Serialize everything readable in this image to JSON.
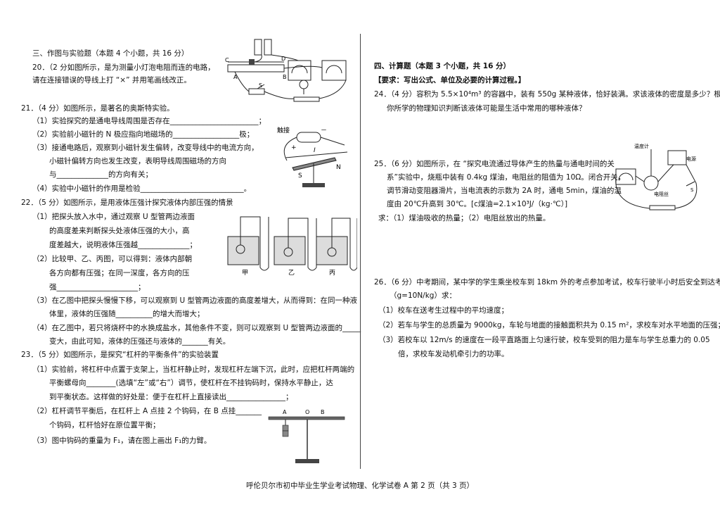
{
  "left": {
    "section3_title": "三、作图与实验题（本题 4 个小题，共 16 分）",
    "q20": [
      "20．（2 分如图所示，是为测量小灯泡电阻而连的电路，",
      "请在连接错误的导线上打 “×” 并用笔画线改正。"
    ],
    "q20_fig_labels": [
      "C",
      "D",
      "A",
      "B",
      "S"
    ],
    "q21": [
      "21．（4 分）如图所示，是著名的奥斯特实验。",
      "（1）实验探究的是通电导线周围是否存在________________________；",
      "（2）实验前小磁针的 N 极应指向地磁场的__________________极；",
      "（3）接通电路后，观察到小磁针发生偏转，改变导线中的电流方向，",
      "小磁针偏转方向也发生改变，表明导线周围磁场的方向",
      "与______________的方向有关；",
      "（4）实验中小磁针的作用是检验____________________________。"
    ],
    "q21_fig_labels": [
      "触接",
      "+",
      "－",
      "I",
      "S",
      "N"
    ],
    "q22": [
      "22．（5 分）如图所示，是用液体压强计探究液体内部压强的情景",
      "（1）把探头放入水中，通过观察 U 型管两边液面",
      "的高度差来判断探头处液体压强的大小，高",
      "度差越大，说明液体压强越______________；",
      "（2）比较甲、乙、丙图，可以得到：液体内部朝",
      "各方向都有压强；在同一深度，各方向的压",
      "强______________________；",
      "（3）在乙图中把探头慢慢下移，可以观察到 U 型管两边液面的高度差增大，从而得到：在同一种液",
      "体里，液体的压强随__________的增大而增大；",
      "（4）在乙图中，若只将烧杯中的水换成盐水，其他条件不变，则可以观察到 U 型管两边液面的_____",
      "变大，由此可知，液体的压强还与液体的_______有关。"
    ],
    "q22_fig_labels": [
      "甲",
      "乙",
      "丙"
    ],
    "q23": [
      "23．（5 分）如图所示，是探究“杠杆的平衡条件”的实验装置",
      "（1）实验前，将杠杆中点置于支架上，当杠杆静止时，发现杠杆左端下沉，此时，应把杠杆两端的",
      "平衡螺母向________(选填“左”或“右”）调节，使杠杆在不挂钩码时，保持水平静止，达",
      "到平衡状态。这样做的好处是：便于在杠杆上直接读出________________；",
      "（2）杠杆调节平衡后，在杠杆上 A 点挂 2 个钩码，在 B 点挂_______",
      "个钩码，杠杆恰好在原位置平衡；",
      "（3）图中钩码的重量为 F₁，请在图上画出 F₁的力臂。"
    ],
    "q23_fig_labels": [
      "A",
      "O",
      "B"
    ]
  },
  "right": {
    "section4_title": "四、计算题（本题 3 个小题，共 16 分）",
    "requirement": "【要求：写出公式、单位及必要的计算过程。】",
    "q24": [
      "24．（4 分）容积为 5.5×10⁴m³ 的容器中，装有 550g 某种液体，恰好装满。求该液体的密度是多少？根据",
      "你所学的物理知识判断该液体可能是生活中常用的哪种液体？"
    ],
    "q25": [
      "25．（6 分）如图所示，在 “探究电流通过导体产生的热量与通电时间的关",
      "系”实验中，烧瓶中装有 0.4kg 煤油，电阻丝的阻值为 10Ω。闭合开关，",
      "调节滑动变阻器滑片，当电流表的示数为 2A 时，通电 5min，煤油的温",
      "度由 20℃升高到 30℃。[c煤油=2.1×10³J/（kg·℃）]",
      "求：（1）煤油吸收的热量；（2）电阻丝放出的热量。"
    ],
    "q25_fig_labels": [
      "温度计",
      "电源",
      "电阻丝",
      "S"
    ],
    "q26": [
      "26．（6 分）中考期间，某中学的学生乘坐校车到 18km 外的考点参加考试，校车行驶半小时后安全到达考点。",
      "（g=10N/kg）求：",
      "（1）校车在送考生过程中的平均速度；",
      "（2）若车与学生的总质量为 9000kg，车轮与地面的接触面积共为 0.15 m²，求校车对水平地面的压强；",
      "（3）若校车以 12m/s 的速度在一段平直路面上匀速行驶，校车受到的阻力是车与学生总重力的 0.05",
      "倍，求校车发动机牵引力的功率。"
    ]
  },
  "footer": "呼伦贝尔市初中毕业生学业考试物理、化学试卷 A  第 2 页（共 3 页）"
}
